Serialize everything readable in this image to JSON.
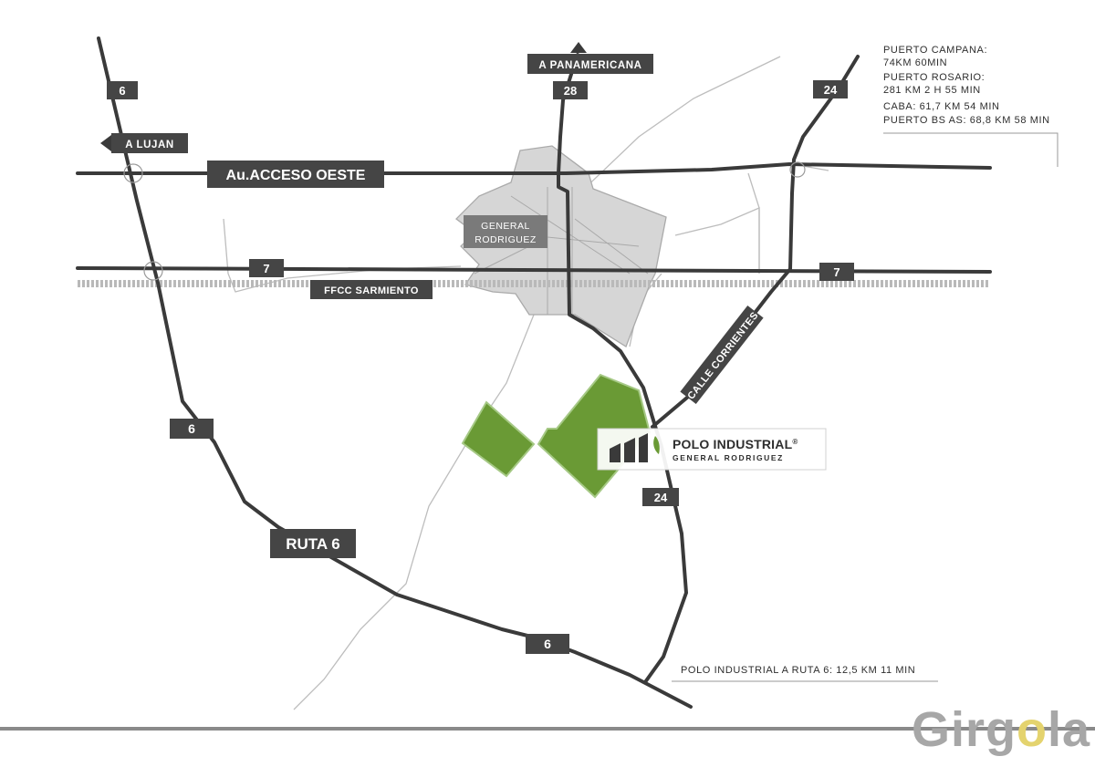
{
  "map": {
    "distances": [
      "PUERTO CAMPANA:",
      "74KM 60MIN",
      "PUERTO ROSARIO:",
      "281 KM 2 H 55 MIN",
      "CABA: 61,7 KM 54 MIN",
      "PUERTO BS AS: 68,8 KM 58 MIN"
    ],
    "directions": {
      "panamericana": "A PANAMERICANA",
      "lujan": "A LUJAN"
    },
    "roads": {
      "acceso_oeste": "Au.ACCESO OESTE",
      "ruta6": "RUTA 6",
      "ffcc": "FFCC SARMIENTO",
      "corrientes": "CALLE CORRIENTES",
      "r6": "6",
      "r7": "7",
      "r24": "24",
      "r28": "28"
    },
    "town": {
      "line1": "GENERAL",
      "line2": "RODRIGUEZ"
    },
    "polo": {
      "name": "POLO INDUSTRIAL",
      "reg": "®",
      "sub": "GENERAL RODRIGUEZ"
    },
    "bottom_note": "POLO INDUSTRIAL A RUTA 6: 12,5 KM 11 MIN"
  },
  "brand": {
    "prefix": "Girg",
    "accent_letter": "o",
    "suffix": "la"
  },
  "colors": {
    "road": "#3a3a3a",
    "label_bg": "#454545",
    "town_fill": "#d6d6d6",
    "green": "#6a9a35",
    "rail": "#b9b9b9",
    "thin_road": "#bdbdbd"
  }
}
